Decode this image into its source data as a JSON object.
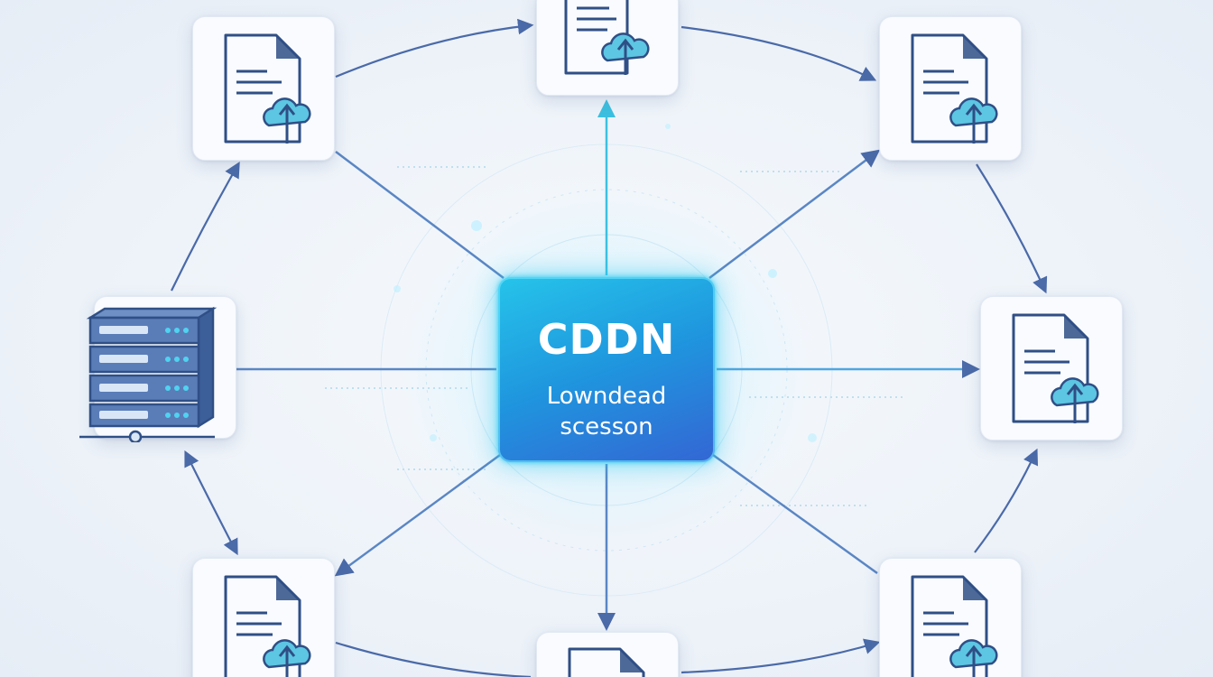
{
  "hub": {
    "title": "CDDN",
    "subtitle_line1": "Lowndead",
    "subtitle_line2": "scesson"
  },
  "colors": {
    "connector_dark": "#4a6aa8",
    "connector_cyan": "#3cc0e0",
    "hub_cyan": "#26c4ea",
    "hub_blue": "#3466d4",
    "icon_stroke": "#2f4f86",
    "cloud_fill": "#5cc6e3"
  },
  "nodes": [
    {
      "name": "document-node-top-left",
      "icon": "document-cloud-upload-icon"
    },
    {
      "name": "document-node-top-center",
      "icon": "document-cloud-upload-icon"
    },
    {
      "name": "document-node-top-right",
      "icon": "document-cloud-upload-icon"
    },
    {
      "name": "document-node-right",
      "icon": "document-cloud-upload-icon"
    },
    {
      "name": "document-node-bottom-right",
      "icon": "document-cloud-upload-icon"
    },
    {
      "name": "document-node-bottom-center",
      "icon": "document-cloud-upload-icon"
    },
    {
      "name": "document-node-bottom-left",
      "icon": "document-cloud-upload-icon"
    },
    {
      "name": "server-node-left",
      "icon": "server-rack-icon"
    }
  ]
}
